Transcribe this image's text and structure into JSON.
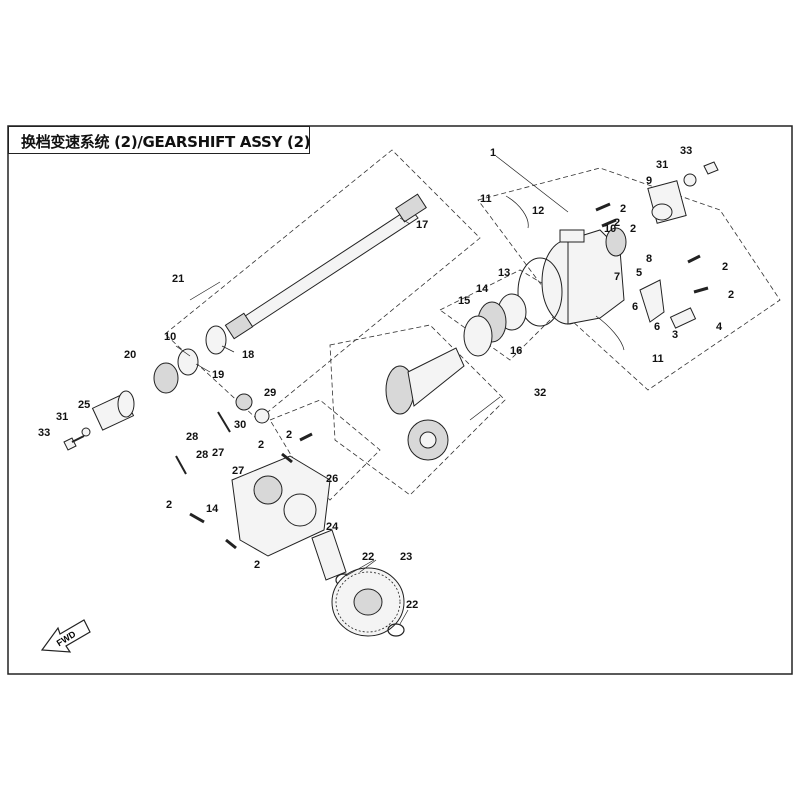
{
  "title": "换档变速系统 (2)/GEARSHIFT ASSY (2)",
  "fwd_label": "FWD",
  "callouts": [
    {
      "id": "c1",
      "text": "1"
    },
    {
      "id": "c2a",
      "text": "2"
    },
    {
      "id": "c2b",
      "text": "2"
    },
    {
      "id": "c2c",
      "text": "2"
    },
    {
      "id": "c2d",
      "text": "2"
    },
    {
      "id": "c2e",
      "text": "2"
    },
    {
      "id": "c2f",
      "text": "2"
    },
    {
      "id": "c2g",
      "text": "2"
    },
    {
      "id": "c2h",
      "text": "2"
    },
    {
      "id": "c2i",
      "text": "2"
    },
    {
      "id": "c3",
      "text": "3"
    },
    {
      "id": "c4",
      "text": "4"
    },
    {
      "id": "c5",
      "text": "5"
    },
    {
      "id": "c6a",
      "text": "6"
    },
    {
      "id": "c6b",
      "text": "6"
    },
    {
      "id": "c7",
      "text": "7"
    },
    {
      "id": "c8",
      "text": "8"
    },
    {
      "id": "c9",
      "text": "9"
    },
    {
      "id": "c10a",
      "text": "10"
    },
    {
      "id": "c10b",
      "text": "10"
    },
    {
      "id": "c11a",
      "text": "11"
    },
    {
      "id": "c11b",
      "text": "11"
    },
    {
      "id": "c12",
      "text": "12"
    },
    {
      "id": "c13",
      "text": "13"
    },
    {
      "id": "c14a",
      "text": "14"
    },
    {
      "id": "c14b",
      "text": "14"
    },
    {
      "id": "c15",
      "text": "15"
    },
    {
      "id": "c16",
      "text": "16"
    },
    {
      "id": "c17",
      "text": "17"
    },
    {
      "id": "c18",
      "text": "18"
    },
    {
      "id": "c19",
      "text": "19"
    },
    {
      "id": "c20",
      "text": "20"
    },
    {
      "id": "c21",
      "text": "21"
    },
    {
      "id": "c22a",
      "text": "22"
    },
    {
      "id": "c22b",
      "text": "22"
    },
    {
      "id": "c23",
      "text": "23"
    },
    {
      "id": "c24",
      "text": "24"
    },
    {
      "id": "c25",
      "text": "25"
    },
    {
      "id": "c26",
      "text": "26"
    },
    {
      "id": "c27a",
      "text": "27"
    },
    {
      "id": "c27b",
      "text": "27"
    },
    {
      "id": "c28a",
      "text": "28"
    },
    {
      "id": "c28b",
      "text": "28"
    },
    {
      "id": "c29",
      "text": "29"
    },
    {
      "id": "c30",
      "text": "30"
    },
    {
      "id": "c31a",
      "text": "31"
    },
    {
      "id": "c31b",
      "text": "31"
    },
    {
      "id": "c32",
      "text": "32"
    },
    {
      "id": "c33a",
      "text": "33"
    },
    {
      "id": "c33b",
      "text": "33"
    }
  ]
}
